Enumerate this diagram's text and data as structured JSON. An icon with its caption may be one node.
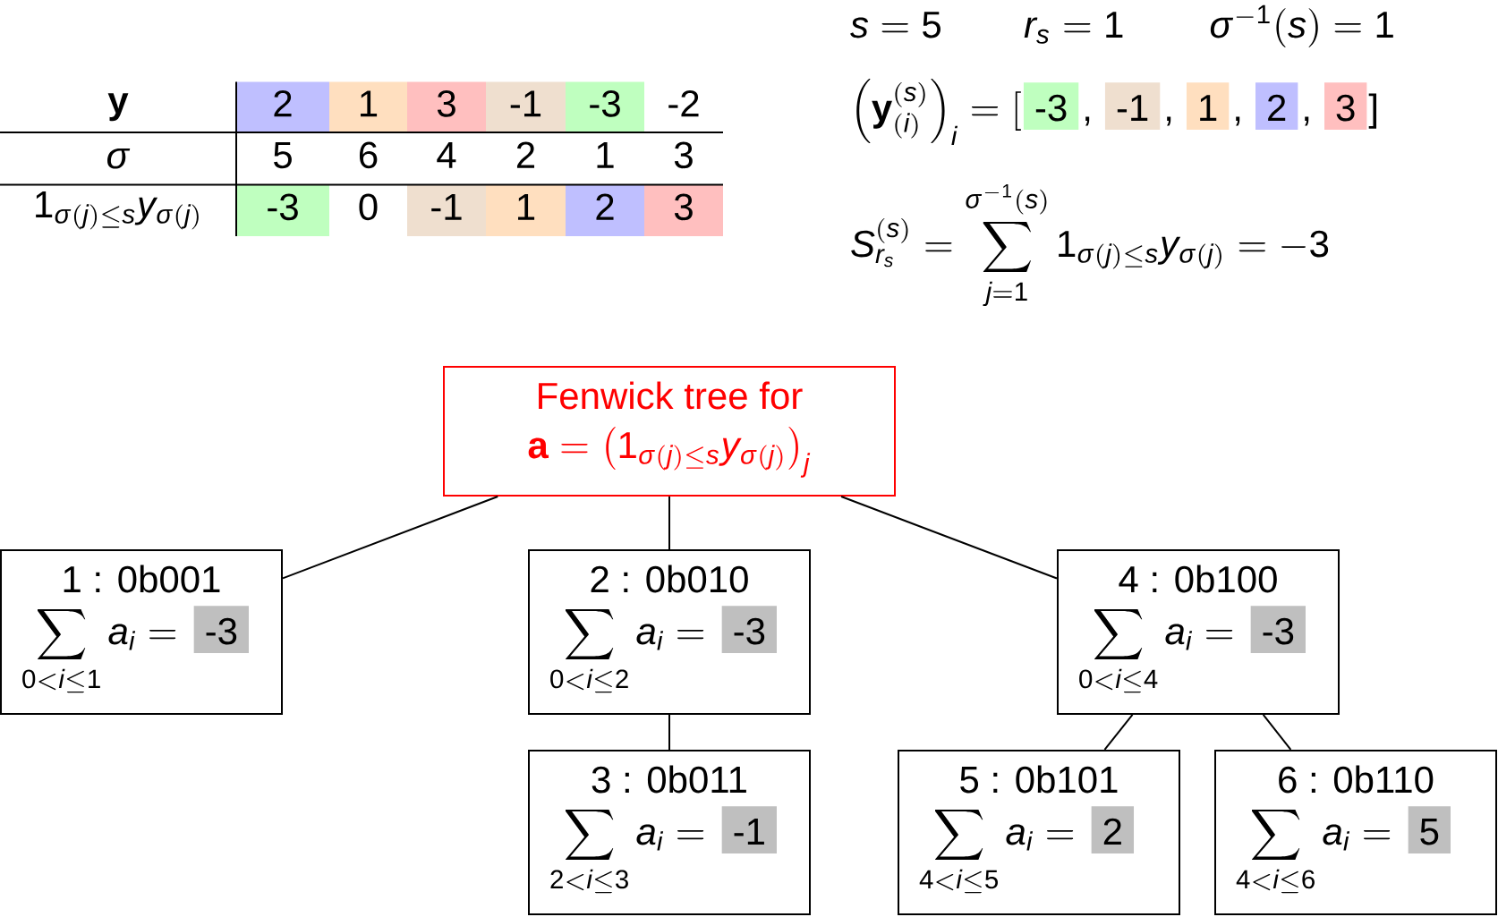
{
  "diagram": {
    "nodes": [
      {
        "text": [
          "Fenwick tree for",
          "\\mathbf{a} = \\left(1_{\\sigma(j)\\leq s} y_{\\sigma(j)}\\right)_j"
        ]
      },
      {
        "text": [
          "1 : 0b001",
          "\\sum_{0<i\\leq 1} a_i =",
          "-3"
        ]
      },
      {
        "text": [
          "2 : 0b010",
          "\\sum_{0<i\\leq 2} a_i =",
          "-3"
        ]
      },
      {
        "text": [
          "4 : 0b100",
          "\\sum_{0<i\\leq 4} a_i =",
          "-3"
        ]
      },
      {
        "text": [
          "3 : 0b011",
          "\\sum_{2<i\\leq 3} a_i =",
          "-1"
        ]
      },
      {
        "text": [
          "5 : 0b101",
          "\\sum_{4<i\\leq 5} a_i =",
          "2"
        ]
      },
      {
        "text": [
          "6 : 0b110",
          "\\sum_{4<i\\leq 6} a_i =",
          "5"
        ]
      }
    ],
    "edges": [
      {
        "from": 0,
        "to": 1,
        "arrow": "none"
      },
      {
        "from": 0,
        "to": 2,
        "arrow": "none"
      },
      {
        "from": 0,
        "to": 3,
        "arrow": "none"
      },
      {
        "from": 2,
        "to": 4,
        "arrow": "none"
      },
      {
        "from": 3,
        "to": 5,
        "arrow": "none"
      },
      {
        "from": 3,
        "to": 6,
        "arrow": "none"
      }
    ],
    "labels": [
      "\\mathbf{y}",
      "2",
      "1",
      "3",
      "-1",
      "-3",
      "-2",
      "\\sigma",
      "5",
      "6",
      "4",
      "2",
      "1",
      "3",
      "1_{\\sigma(j)\\leq s} y_{\\sigma(j)}",
      "-3",
      "0",
      "-1",
      "1",
      "2",
      "3",
      "s = 5",
      "r_s = 1",
      "\\sigma^{-1}(s) = 1",
      "\\left(\\mathbf{y}^{(s)}_{(i)}\\right)_i = [",
      "-3",
      ",",
      "-1",
      ",",
      "1",
      ",",
      "2",
      ",",
      "3",
      "]",
      "S^{(s)}_{r_s} = \\sum_{j=1}^{\\sigma^{-1}(s)} 1_{\\sigma(j)\\leq s} y_{\\sigma(j)} = -3"
    ]
  }
}
